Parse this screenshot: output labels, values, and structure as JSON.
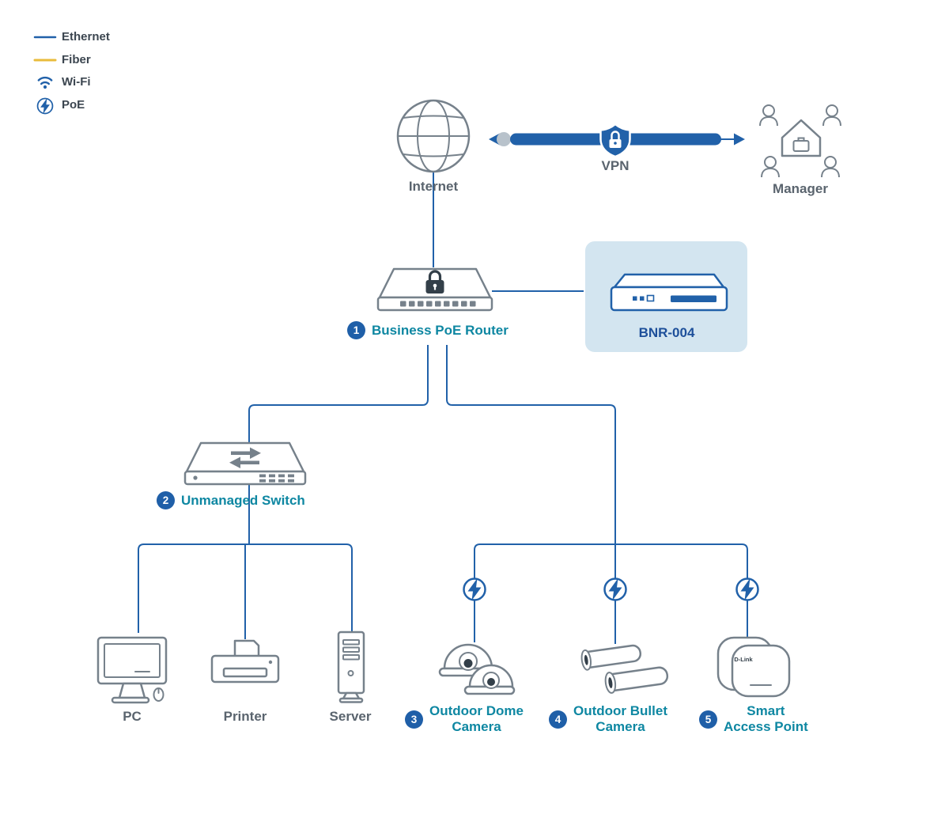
{
  "colors": {
    "line": "#2161a9",
    "fiber": "#e9bc3c",
    "teal": "#0e87a2",
    "badge": "#1f5fa8",
    "device": "#76818b",
    "label": "#5a646e",
    "dark": "#333f49",
    "callout_bg": "#d3e5f0",
    "product_blue": "#1d4f9a",
    "steel": "#b8c2cb"
  },
  "legend": {
    "ethernet": "Ethernet",
    "fiber": "Fiber",
    "wifi": "Wi-Fi",
    "poe": "PoE"
  },
  "nodes": {
    "internet": {
      "label": "Internet"
    },
    "vpn": {
      "label": "VPN"
    },
    "manager": {
      "label": "Manager"
    },
    "router": {
      "badge": "1",
      "label": "Business PoE Router"
    },
    "product": {
      "label": "BNR-004"
    },
    "switch": {
      "badge": "2",
      "label": "Unmanaged Switch"
    },
    "pc": {
      "label": "PC"
    },
    "printer": {
      "label": "Printer"
    },
    "server": {
      "label": "Server"
    },
    "dome_camera": {
      "badge": "3",
      "lines": [
        "Outdoor Dome",
        "Camera"
      ]
    },
    "bullet_camera": {
      "badge": "4",
      "lines": [
        "Outdoor Bullet",
        "Camera"
      ]
    },
    "access_point": {
      "badge": "5",
      "lines": [
        "Smart",
        "Access Point"
      ],
      "brand": "D-Link"
    }
  }
}
